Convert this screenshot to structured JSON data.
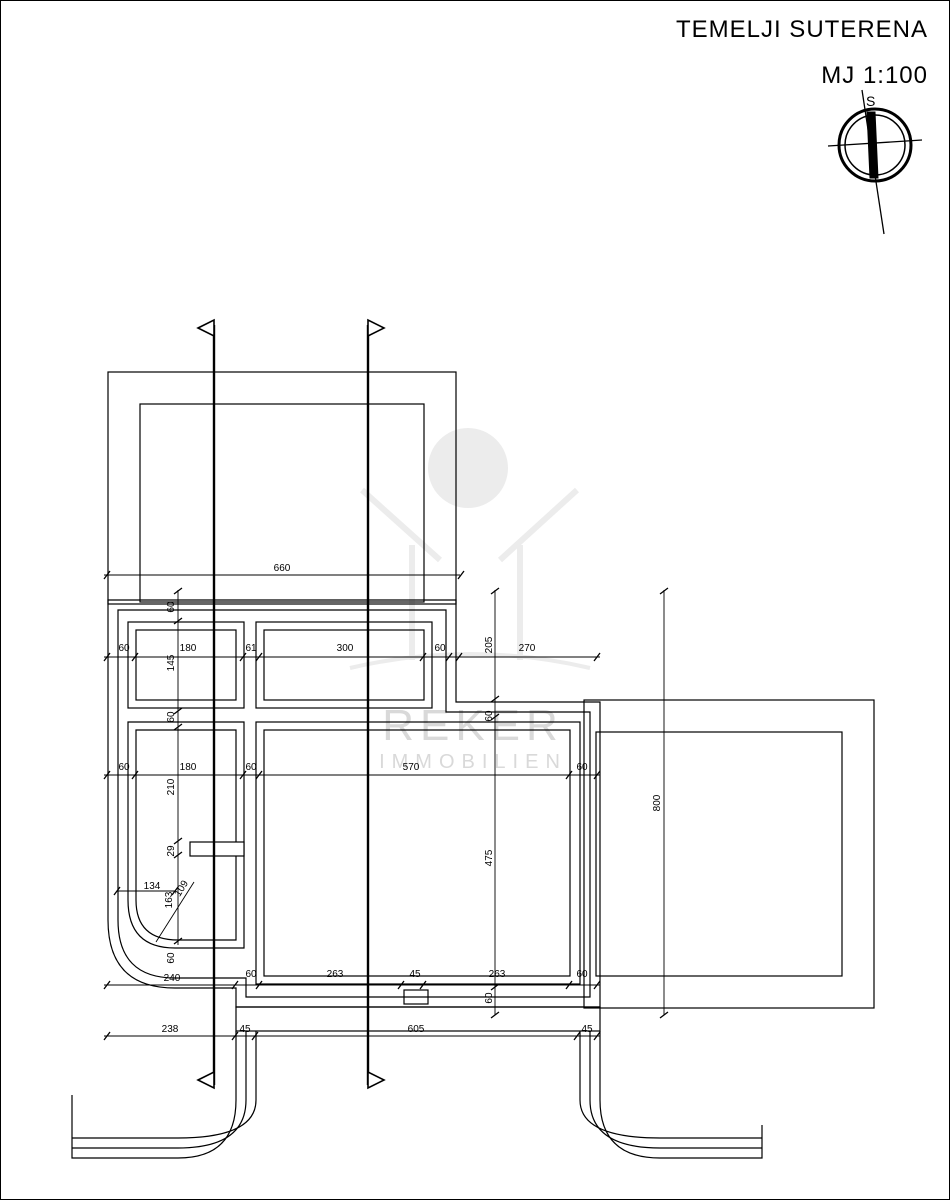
{
  "title": "TEMELJI SUTERENA",
  "scale": "MJ 1:100",
  "north_letter": "S",
  "watermark": {
    "brand": "REKER",
    "sub": "IMMOBILIEN"
  },
  "dimensions": {
    "d660": "660",
    "d60a": "60",
    "d180a": "180",
    "d61": "61",
    "d300": "300",
    "d60b": "60",
    "d270": "270",
    "d205": "205",
    "d60c": "60",
    "d145": "145",
    "d60d": "60",
    "d60e": "60",
    "d180b": "180",
    "d60f": "60",
    "d570": "570",
    "d60g": "60",
    "d210": "210",
    "d29": "29",
    "d134": "134",
    "d163": "163",
    "d109": "109",
    "d475": "475",
    "d800": "800",
    "d60h": "60",
    "d240": "240",
    "d60i": "60",
    "d263a": "263",
    "d45a": "45",
    "d263b": "263",
    "d60j": "60",
    "d60k": "60",
    "d238": "238",
    "d45b": "45",
    "d605": "605",
    "d45c": "45"
  }
}
